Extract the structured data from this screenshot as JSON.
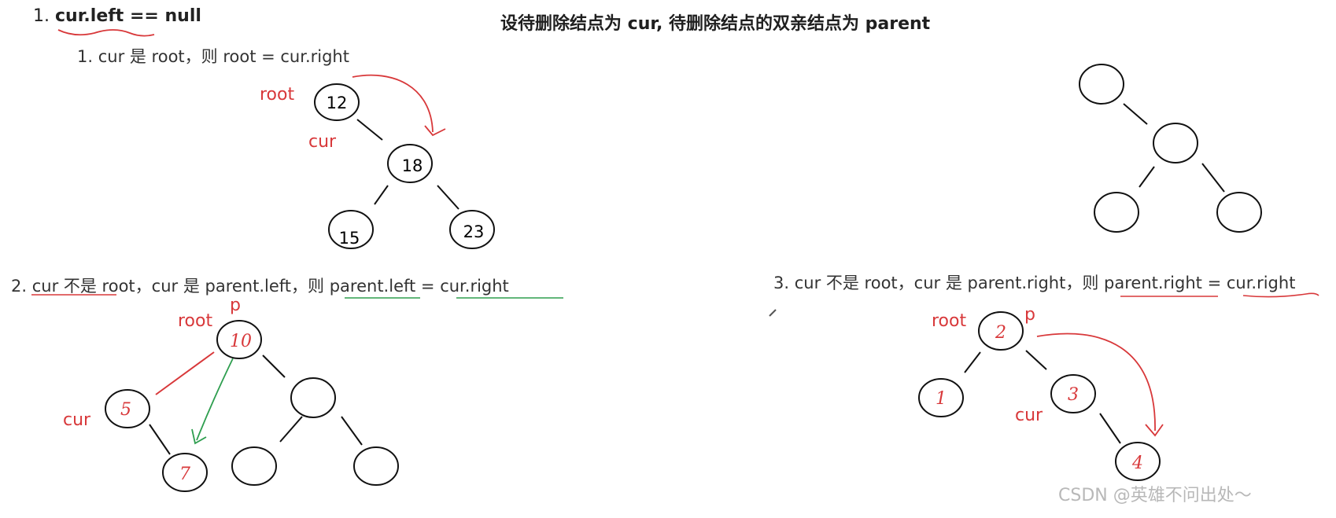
{
  "heading": {
    "num": "1.",
    "condition": "cur.left == null"
  },
  "title": "设待删除结点为 cur, 待删除结点的双亲结点为 parent",
  "case1": {
    "text": "1. cur 是 root，则 root = cur.right",
    "root_label": "root",
    "cur_label": "cur",
    "nodes": [
      "12",
      "18",
      "15",
      "23"
    ]
  },
  "case2": {
    "prefix": "2. ",
    "part_a": "cur 不是 root",
    "part_b": "，cur 是 parent.left，则 ",
    "part_c": "parent.left",
    "part_d": " = ",
    "part_e": "cur.right",
    "p_label": "p",
    "root_label": "root",
    "cur_label": "cur",
    "nodes": [
      "10",
      "5",
      "7"
    ]
  },
  "case3": {
    "text_a": "3. cur 不是 root，cur 是 parent.right，则 ",
    "text_b": "parent.right",
    "text_c": " = ",
    "text_d": "cur.right",
    "p_label": "p",
    "root_label": "root",
    "cur_label": "cur",
    "nodes": [
      "2",
      "1",
      "3",
      "4"
    ]
  },
  "watermark": "CSDN @英雄不问出处～",
  "colors": {
    "red": "#d8383a",
    "green": "#2e9e4f",
    "black": "#111111"
  }
}
